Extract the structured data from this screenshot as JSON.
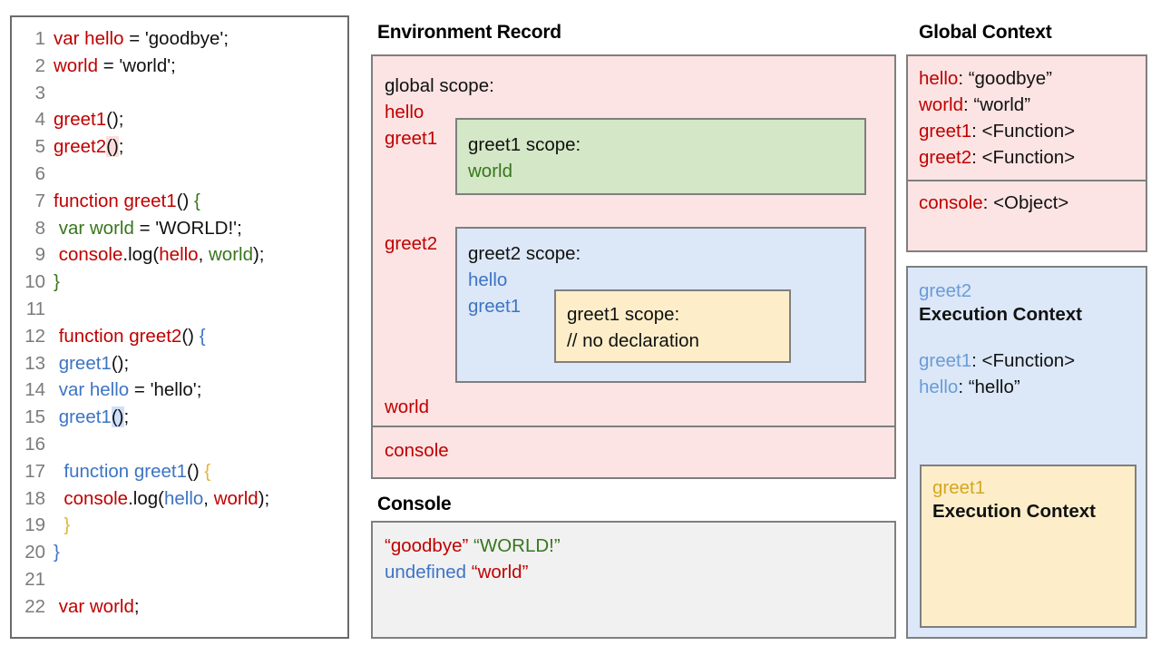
{
  "code_panel": {
    "lines": [
      {
        "num": "1",
        "tokens": [
          {
            "t": "var hello",
            "c": "red"
          },
          {
            "t": " = 'goodbye';",
            "c": "black"
          }
        ]
      },
      {
        "num": "2",
        "tokens": [
          {
            "t": "world",
            "c": "red"
          },
          {
            "t": " = 'world';",
            "c": "black"
          }
        ]
      },
      {
        "num": "3",
        "tokens": []
      },
      {
        "num": "4",
        "tokens": [
          {
            "t": "greet1",
            "c": "red"
          },
          {
            "t": "();",
            "c": "black"
          }
        ]
      },
      {
        "num": "5",
        "tokens": [
          {
            "t": "greet2",
            "c": "red"
          },
          {
            "t": "()",
            "c": "black",
            "hl": "red"
          },
          {
            "t": ";",
            "c": "black"
          }
        ]
      },
      {
        "num": "6",
        "tokens": []
      },
      {
        "num": "7",
        "tokens": [
          {
            "t": "function greet1",
            "c": "red"
          },
          {
            "t": "() ",
            "c": "black"
          },
          {
            "t": "{",
            "c": "green"
          }
        ]
      },
      {
        "num": "8",
        "tokens": [
          {
            "t": " ",
            "c": "black"
          },
          {
            "t": "var world",
            "c": "green"
          },
          {
            "t": " = 'WORLD!';",
            "c": "black"
          }
        ]
      },
      {
        "num": "9",
        "tokens": [
          {
            "t": " ",
            "c": "black"
          },
          {
            "t": "console",
            "c": "red"
          },
          {
            "t": ".log(",
            "c": "black"
          },
          {
            "t": "hello",
            "c": "red"
          },
          {
            "t": ", ",
            "c": "black"
          },
          {
            "t": "world",
            "c": "green"
          },
          {
            "t": ");",
            "c": "black"
          }
        ]
      },
      {
        "num": "10",
        "tokens": [
          {
            "t": "}",
            "c": "green"
          }
        ]
      },
      {
        "num": "11",
        "tokens": []
      },
      {
        "num": "12",
        "tokens": [
          {
            "t": " ",
            "c": "black"
          },
          {
            "t": "function greet2",
            "c": "red"
          },
          {
            "t": "() ",
            "c": "black"
          },
          {
            "t": "{",
            "c": "blue"
          }
        ]
      },
      {
        "num": "13",
        "tokens": [
          {
            "t": " ",
            "c": "black"
          },
          {
            "t": "greet1",
            "c": "blue"
          },
          {
            "t": "();",
            "c": "black"
          }
        ]
      },
      {
        "num": "14",
        "tokens": [
          {
            "t": " ",
            "c": "black"
          },
          {
            "t": "var hello",
            "c": "blue"
          },
          {
            "t": " = 'hello';",
            "c": "black"
          }
        ]
      },
      {
        "num": "15",
        "tokens": [
          {
            "t": " ",
            "c": "black"
          },
          {
            "t": "greet1",
            "c": "blue"
          },
          {
            "t": "()",
            "c": "black",
            "hl": "blue"
          },
          {
            "t": ";",
            "c": "black"
          }
        ]
      },
      {
        "num": "16",
        "tokens": []
      },
      {
        "num": "17",
        "tokens": [
          {
            "t": "  ",
            "c": "black"
          },
          {
            "t": "function greet1",
            "c": "blue"
          },
          {
            "t": "() ",
            "c": "black"
          },
          {
            "t": "{",
            "c": "gold"
          }
        ]
      },
      {
        "num": "18",
        "tokens": [
          {
            "t": "  ",
            "c": "black"
          },
          {
            "t": "console",
            "c": "red"
          },
          {
            "t": ".log(",
            "c": "black"
          },
          {
            "t": "hello",
            "c": "blue"
          },
          {
            "t": ", ",
            "c": "black"
          },
          {
            "t": "world",
            "c": "red"
          },
          {
            "t": ");",
            "c": "black"
          }
        ]
      },
      {
        "num": "19",
        "tokens": [
          {
            "t": "  ",
            "c": "black"
          },
          {
            "t": "}",
            "c": "gold"
          }
        ]
      },
      {
        "num": "20",
        "tokens": [
          {
            "t": "}",
            "c": "blue"
          }
        ]
      },
      {
        "num": "21",
        "tokens": []
      },
      {
        "num": "22",
        "tokens": [
          {
            "t": " ",
            "c": "black"
          },
          {
            "t": "var world",
            "c": "red"
          },
          {
            "t": ";",
            "c": "black"
          }
        ]
      }
    ]
  },
  "environment_record": {
    "title": "Environment Record",
    "global_scope_label": "global scope:",
    "global_bindings": [
      "hello",
      "greet1",
      "greet2",
      "world"
    ],
    "console_binding": "console",
    "greet1_scope": {
      "label": "greet1 scope:",
      "bindings": [
        "world"
      ]
    },
    "greet2_scope": {
      "label": "greet2 scope:",
      "bindings": [
        "hello",
        "greet1"
      ]
    },
    "greet1_inner_scope": {
      "label": "greet1 scope:",
      "note": "// no declaration"
    }
  },
  "console": {
    "title": "Console",
    "lines": [
      [
        {
          "t": "“goodbye” ",
          "c": "red"
        },
        {
          "t": "“WORLD!”",
          "c": "green"
        }
      ],
      [
        {
          "t": "undefined ",
          "c": "blue"
        },
        {
          "t": "“world”",
          "c": "red"
        }
      ]
    ]
  },
  "global_context": {
    "title": "Global Context",
    "bindings": [
      {
        "key": "hello",
        "value": ": “goodbye”"
      },
      {
        "key": "world",
        "value": ": “world”"
      },
      {
        "key": "greet1",
        "value": ": <Function>"
      },
      {
        "key": "greet2",
        "value": ": <Function>"
      }
    ],
    "console": {
      "key": "console",
      "value": ": <Object>"
    }
  },
  "execution_contexts": {
    "greet2": {
      "name": "greet2",
      "heading": "Execution Context",
      "bindings": [
        {
          "key": "greet1",
          "value": ": <Function>"
        },
        {
          "key": "hello",
          "value": ": “hello”"
        }
      ]
    },
    "greet1": {
      "name": "greet1",
      "heading": "Execution Context"
    }
  },
  "colors": {
    "red": "#c00000",
    "green": "#38761d",
    "blue": "#3d74c4",
    "gold": "#e3b33c",
    "pink_bg": "#fbe4e3",
    "green_bg": "#d4e7c6",
    "blue_bg": "#dce8f8",
    "yellow_bg": "#fdeec9",
    "console_bg": "#f1f1f1",
    "border": "#7f7f7f"
  }
}
